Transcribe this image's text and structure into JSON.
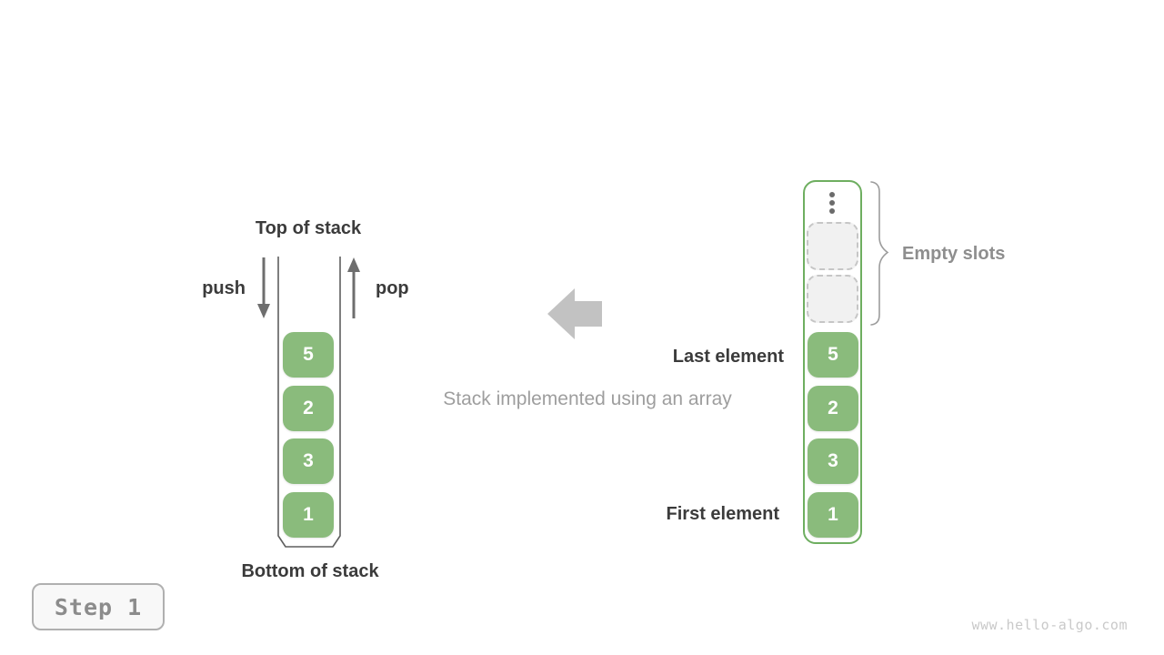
{
  "colors": {
    "cell_green": "#8abb7c",
    "container_border_green": "#6eae60",
    "dark_label_text": "#3b3b3b",
    "gray_label_text": "#8e8e8e",
    "caption_text": "#9e9e9e",
    "block_arrow_gray": "#c2c2c2",
    "empty_slot_fill": "#f1f1f1",
    "empty_slot_border": "#c6c6c6"
  },
  "stack": {
    "top_label": "Top of stack",
    "bottom_label": "Bottom of stack",
    "push_label": "push",
    "pop_label": "pop",
    "elements": [
      "5",
      "2",
      "3",
      "1"
    ]
  },
  "caption": "Stack implemented using an array",
  "array": {
    "elements": [
      "5",
      "2",
      "3",
      "1"
    ],
    "empty_slots_count": 2,
    "empty_slots_label": "Empty slots",
    "last_element_label": "Last element",
    "first_element_label": "First element"
  },
  "step_badge": {
    "label": "Step 1"
  },
  "watermark": "www.hello-algo.com"
}
